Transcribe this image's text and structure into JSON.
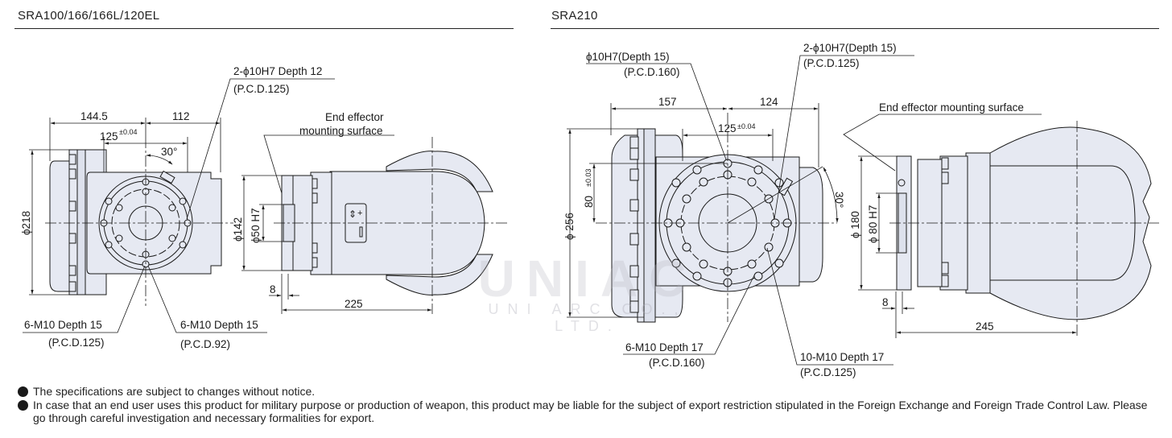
{
  "left_panel": {
    "title": "SRA100/166/166L/120EL",
    "front_view": {
      "dim_width_left": "144.5",
      "dim_width_right": "112",
      "dim_bolt_spacing": "125",
      "dim_bolt_spacing_tol": "±0.04",
      "dim_angle": "30°",
      "dim_flange_dia": "ϕ218",
      "callout_pin": {
        "line1": "2-ϕ10H7 Depth 12",
        "line2": "(P.C.D.125)"
      },
      "callout_tap_outer": {
        "line1": "6-M10 Depth 15",
        "line2": "(P.C.D.125)"
      },
      "callout_tap_inner": {
        "line1": "6-M10 Depth 15",
        "line2": "(P.C.D.92)"
      }
    },
    "side_view": {
      "mount_label_line1": "End effector",
      "mount_label_line2": "mounting surface",
      "dim_outer_dia": "ϕ142",
      "dim_spigot_dia": "ϕ50 H7",
      "dim_thickness": "8",
      "dim_length": "225"
    }
  },
  "right_panel": {
    "title": "SRA210",
    "front_view": {
      "dim_width_left": "157",
      "dim_width_right": "124",
      "dim_bolt_spacing": "125",
      "dim_bolt_spacing_tol": "±0.04",
      "dim_vertical": "80",
      "dim_vertical_tol": "±0.03",
      "dim_angle": "30°",
      "dim_flange_dia": "ϕ 256",
      "callout_pin_top": {
        "line1": "ϕ10H7(Depth 15)",
        "line2": "(P.C.D.160)"
      },
      "callout_pin_side": {
        "line1": "2-ϕ10H7(Depth 15)",
        "line2": "(P.C.D.125)"
      },
      "callout_tap_outer": {
        "line1": "6-M10 Depth 17",
        "line2": "(P.C.D.160)"
      },
      "callout_tap_inner": {
        "line1": "10-M10 Depth 17",
        "line2": "(P.C.D.125)"
      }
    },
    "side_view": {
      "mount_label": "End effector mounting surface",
      "dim_outer_dia": "ϕ 180",
      "dim_spigot_dia": "ϕ 80 H7",
      "dim_thickness": "8",
      "dim_length": "245"
    }
  },
  "watermark": {
    "big": "UNIAC",
    "small": "UNI ARC CO., LTD."
  },
  "notes": [
    "The specifications are subject to changes without notice.",
    "In case that an end user uses this product for military purpose or production of weapon, this product may be liable for the subject of export restriction stipulated in the Foreign Exchange and Foreign Trade Control Law. Please go through careful investigation and necessary formalities for export."
  ],
  "colors": {
    "body_fill": "#e6e9f2",
    "line": "#1a1a1a"
  }
}
